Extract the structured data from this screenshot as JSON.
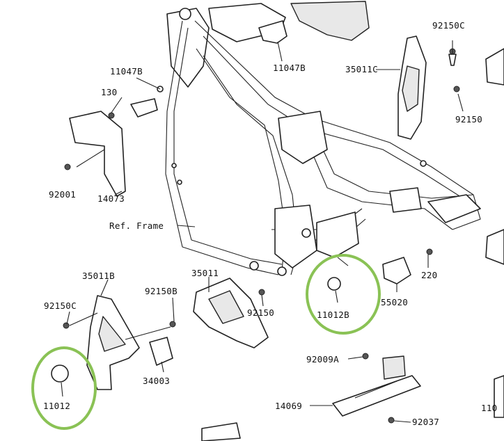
{
  "diagram": {
    "frame_label": "Ref. Frame",
    "parts": {
      "p11047b_top": "11047B",
      "p11047b_left": "11047B",
      "p92150c_top": "92150C",
      "p35011c": "35011C",
      "p92150_right": "92150",
      "p130": "130",
      "p92001": "92001",
      "p14073": "14073",
      "p35011b": "35011B",
      "p35011": "35011",
      "p92150b": "92150B",
      "p92150c_left": "92150C",
      "p92150_mid": "92150",
      "p11012b": "11012B",
      "p55020": "55020",
      "p220": "220",
      "p34003": "34003",
      "p11012": "11012",
      "p92009a": "92009A",
      "p14069": "14069",
      "p92037": "92037",
      "p_edge": "110"
    },
    "highlight_color": "#8ac255"
  }
}
